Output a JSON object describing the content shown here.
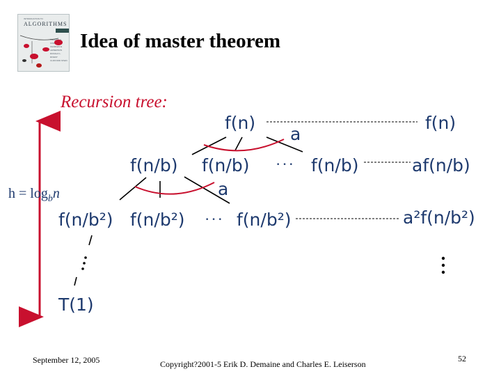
{
  "book": {
    "series": "INTRODUCTION TO",
    "title": "ALGORITHMS",
    "authors": "THOMAS H. CORMEN CHARLES E. LEISERSON RONALD L. RIVEST CLIFFORD STEIN"
  },
  "slide": {
    "title": "Idea of master theorem",
    "tree_label": "Recursion tree:"
  },
  "height": {
    "prefix": "h = log",
    "base": "b",
    "var": "n"
  },
  "tree": {
    "root": "f(n)",
    "branch_label": "a",
    "level1": [
      "f(n/b)",
      "f(n/b)",
      "f(n/b)"
    ],
    "level2": [
      "f(n/b²)",
      "f(n/b²)",
      "f(n/b²)"
    ],
    "leaf": "T(1)",
    "ellipsis": "···"
  },
  "costs": {
    "level0": "f(n)",
    "level1": "af(n/b)",
    "level2": "a²f(n/b²)"
  },
  "footer": {
    "date": "September 12, 2005",
    "copyright": "Copyright?2001-5 Erik D. Demaine and Charles E. Leiserson",
    "page": "52"
  }
}
